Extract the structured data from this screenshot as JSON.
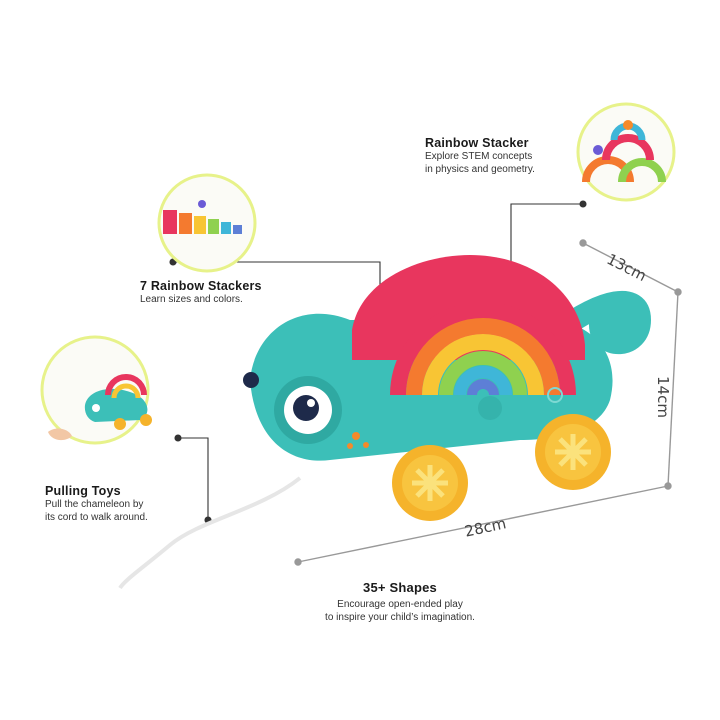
{
  "callouts": {
    "rainbow_stacker": {
      "title": "Rainbow Stacker",
      "desc_line1": "Explore STEM concepts",
      "desc_line2": "in physics and geometry."
    },
    "seven_stackers": {
      "title": "7 Rainbow Stackers",
      "desc_line1": "Learn sizes and colors."
    },
    "pulling_toys": {
      "title": "Pulling Toys",
      "desc_line1": "Pull the chameleon by",
      "desc_line2": "its cord to walk around."
    },
    "shapes": {
      "title": "35+ Shapes",
      "desc_line1": "Encourage open-ended play",
      "desc_line2": "to inspire your child’s imagination."
    }
  },
  "dimensions": {
    "depth": "13cm",
    "height": "14cm",
    "length": "28cm"
  },
  "colors": {
    "circle_border": "#e7f28a",
    "body": "#3cbfb8",
    "shell": "#e8365e",
    "wheel": "#f5b32b"
  }
}
